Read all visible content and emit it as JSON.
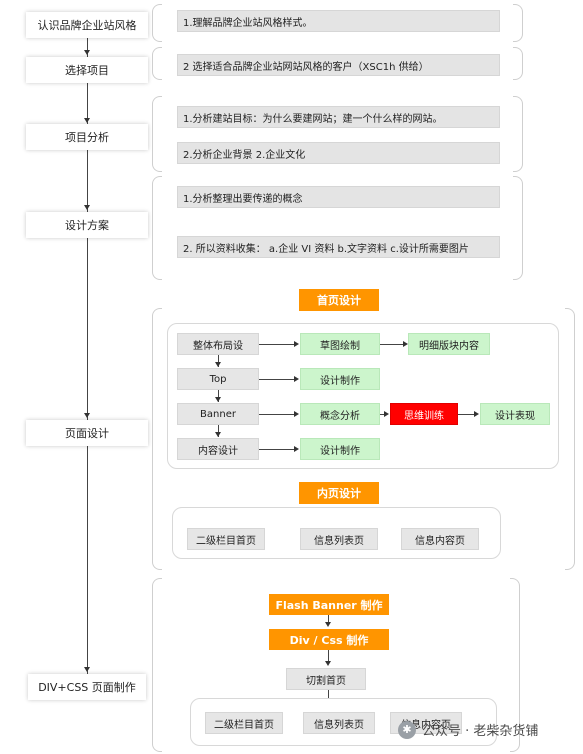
{
  "stages": {
    "recognize": "认识品牌企业站风格",
    "select": "选择项目",
    "analysis": "项目分析",
    "plan": "设计方案",
    "page_design": "页面设计",
    "div_css": "DIV+CSS 页面制作"
  },
  "descriptions": {
    "recognize_1": "1.理解品牌企业站风格样式。",
    "select_1": "2 选择适合品牌企业站网站风格的客户（XSC1h 供给）",
    "analysis_1": "1.分析建站目标：为什么要建网站；建一个什么样的网站。",
    "analysis_2": "2.分析企业背景 2.企业文化",
    "plan_1": "1.分析整理出要传递的概念",
    "plan_2": "2. 所以资料收集： a.企业 VI 资料 b.文字资料 c.设计所需要图片"
  },
  "homepage": {
    "header": "首页设计",
    "layout": "整体布局设",
    "top": "Top",
    "banner": "Banner",
    "content": "内容设计",
    "sketch": "草图绘制",
    "detail": "明细版块内容",
    "design_make_1": "设计制作",
    "concept": "概念分析",
    "mind": "思维训练",
    "design_expr": "设计表现",
    "design_make_2": "设计制作"
  },
  "inner": {
    "header": "内页设计",
    "secondary": "二级栏目首页",
    "list": "信息列表页",
    "content": "信息内容页"
  },
  "divcss": {
    "flash": "Flash Banner 制作",
    "divcss": "Div / Css 制作",
    "slice": "切割首页",
    "secondary": "二级栏目首页",
    "list": "信息列表页",
    "content": "信息内容页"
  },
  "watermark": {
    "text": "公众号 · 老柴杂货铺"
  },
  "colors": {
    "orange": "#ff9500",
    "green": "#ccf5cc",
    "red": "#ff0000",
    "gray": "#e4e4e4"
  }
}
